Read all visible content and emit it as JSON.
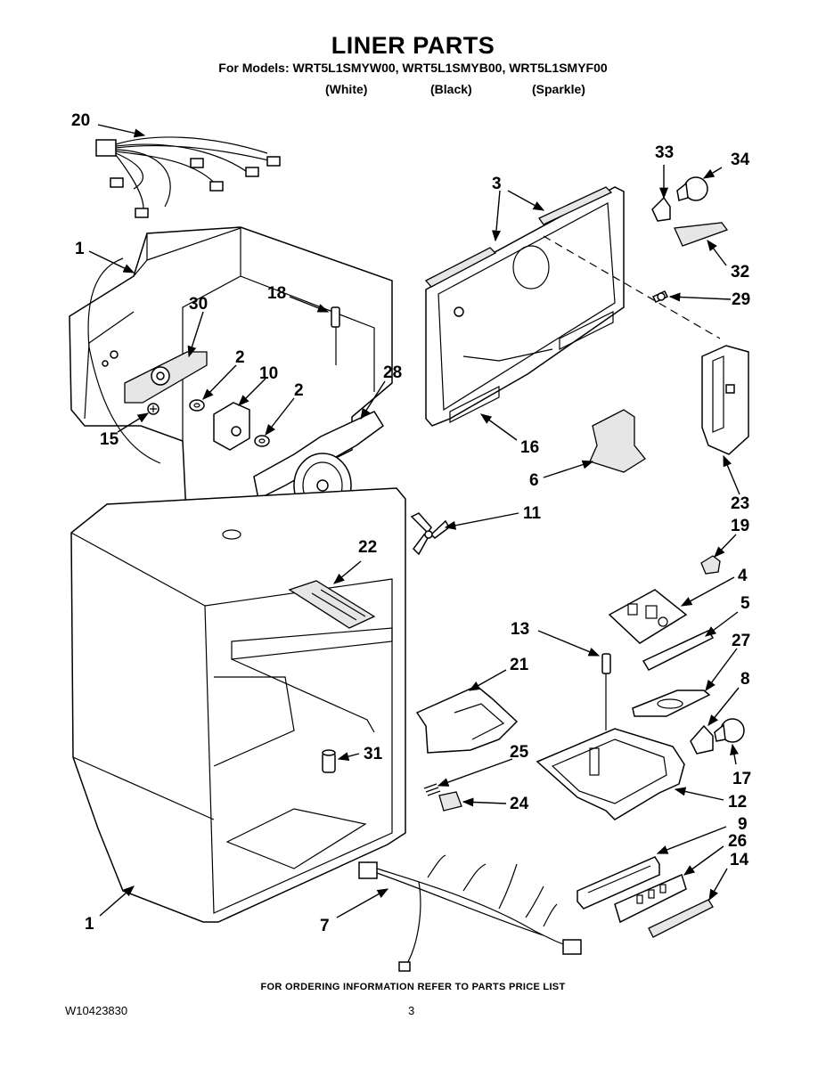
{
  "header": {
    "title": "LINER PARTS",
    "models_line": "For Models: WRT5L1SMYW00, WRT5L1SMYB00, WRT5L1SMYF00",
    "variants": [
      "(White)",
      "(Black)",
      "(Sparkle)"
    ]
  },
  "callouts": {
    "c1a": "1",
    "c1b": "1",
    "c2a": "2",
    "c2b": "2",
    "c3": "3",
    "c4": "4",
    "c5": "5",
    "c6": "6",
    "c7": "7",
    "c8": "8",
    "c9": "9",
    "c10": "10",
    "c11": "11",
    "c12": "12",
    "c13": "13",
    "c14": "14",
    "c15": "15",
    "c16": "16",
    "c17": "17",
    "c18": "18",
    "c19": "19",
    "c20": "20",
    "c21": "21",
    "c22": "22",
    "c23": "23",
    "c24": "24",
    "c25": "25",
    "c26": "26",
    "c27": "27",
    "c28": "28",
    "c29": "29",
    "c30": "30",
    "c31": "31",
    "c32": "32",
    "c33": "33",
    "c34": "34"
  },
  "footer": {
    "note": "FOR ORDERING INFORMATION REFER TO PARTS PRICE LIST",
    "doc_number": "W10423830",
    "page_number": "3"
  }
}
